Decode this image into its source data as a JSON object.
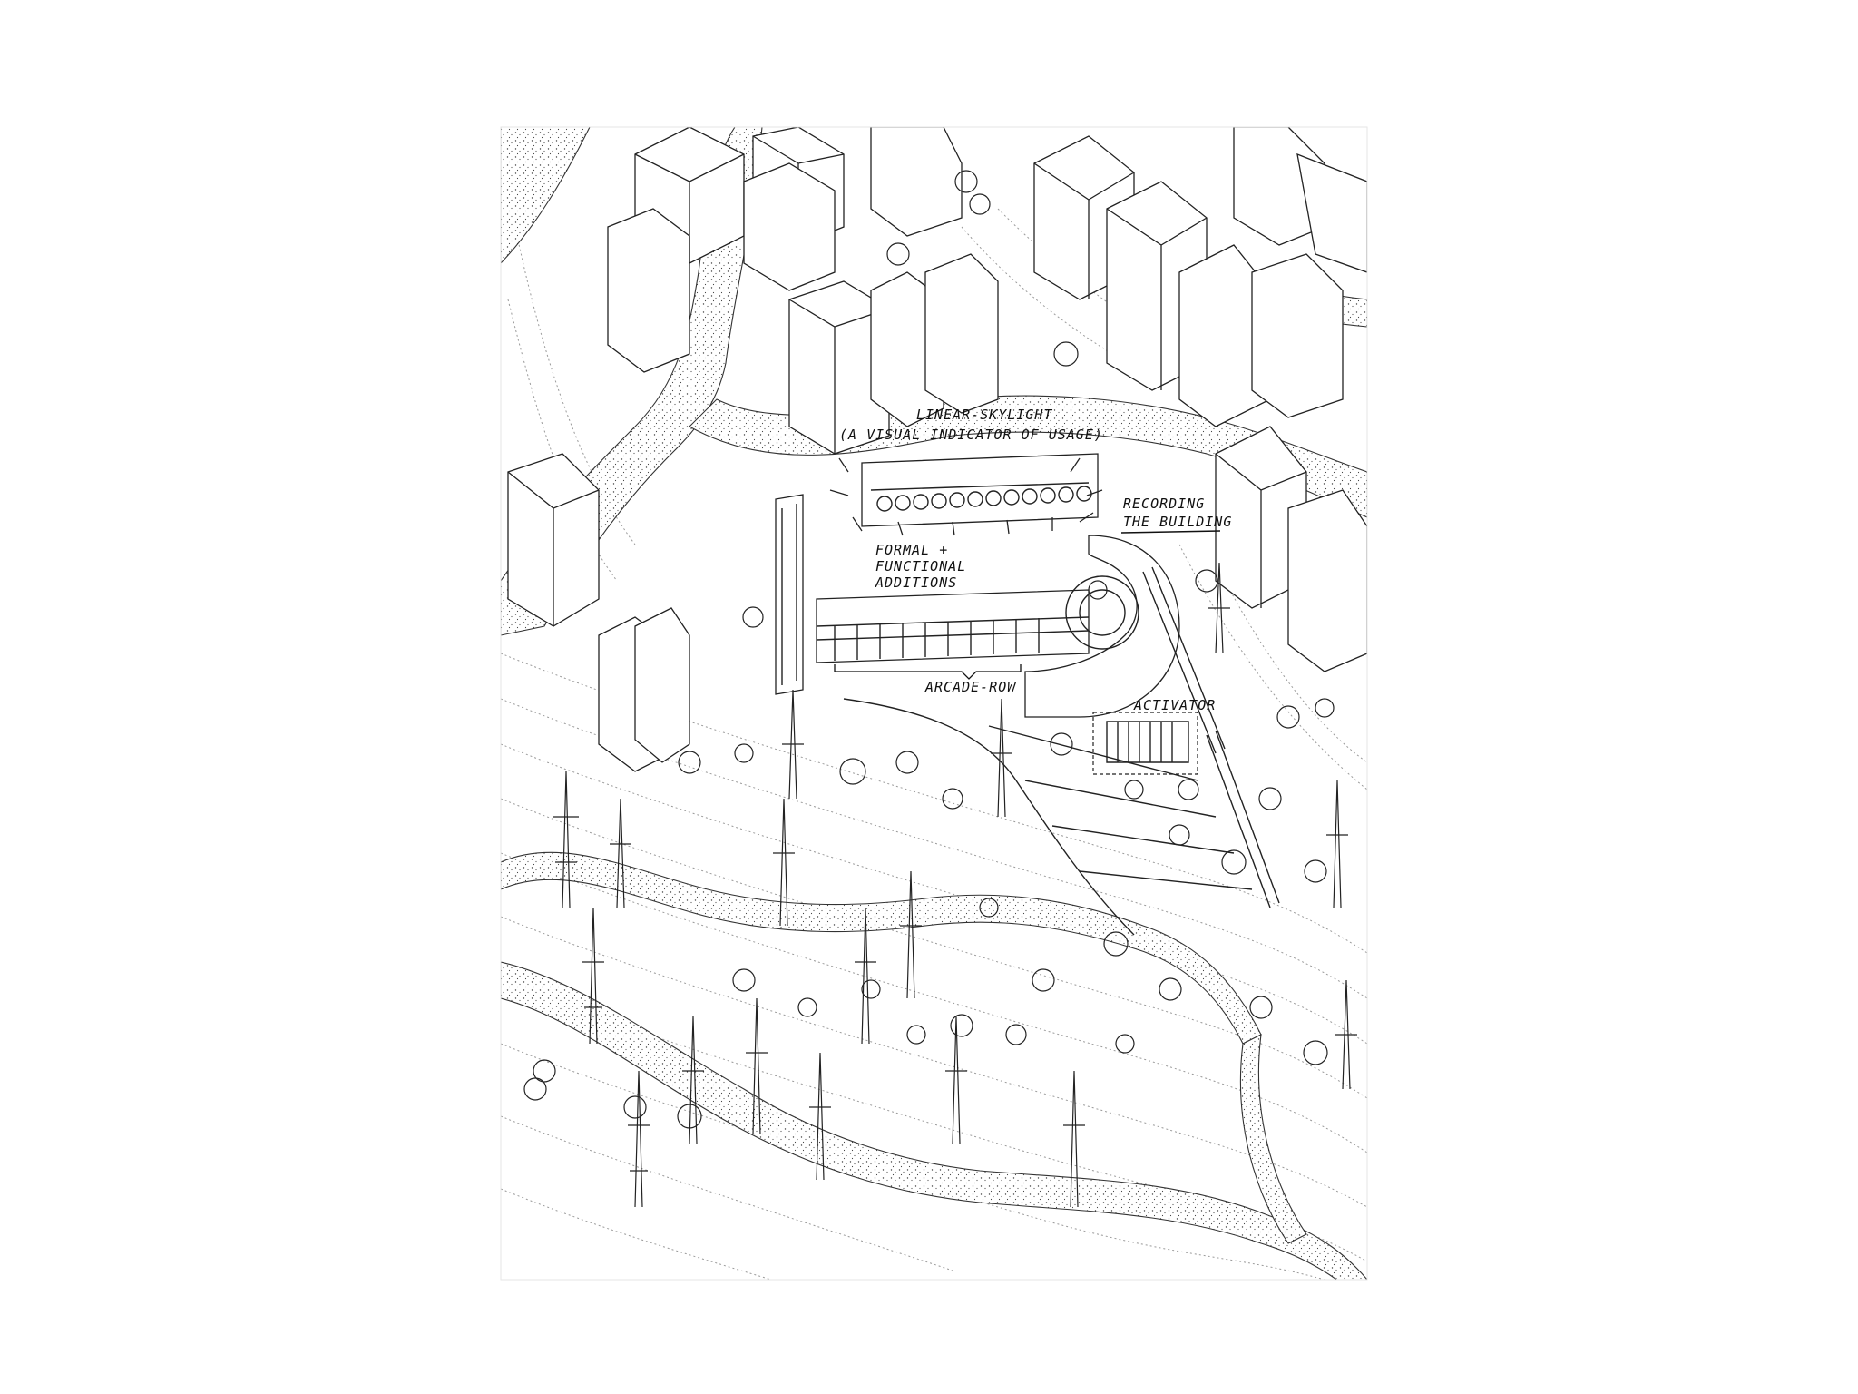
{
  "drawing": {
    "annotations": {
      "skylight_line1": "LINEAR-SKYLIGHT",
      "skylight_line2": "(A VISUAL INDICATOR OF USAGE)",
      "recording_line1": "RECORDING",
      "recording_line2": "THE BUILDING",
      "additions_line1": "FORMAL +",
      "additions_line2": "FUNCTIONAL",
      "additions_line3": "ADDITIONS",
      "arcade": "ARCADE-ROW",
      "activator": "ACTIVATOR"
    }
  }
}
